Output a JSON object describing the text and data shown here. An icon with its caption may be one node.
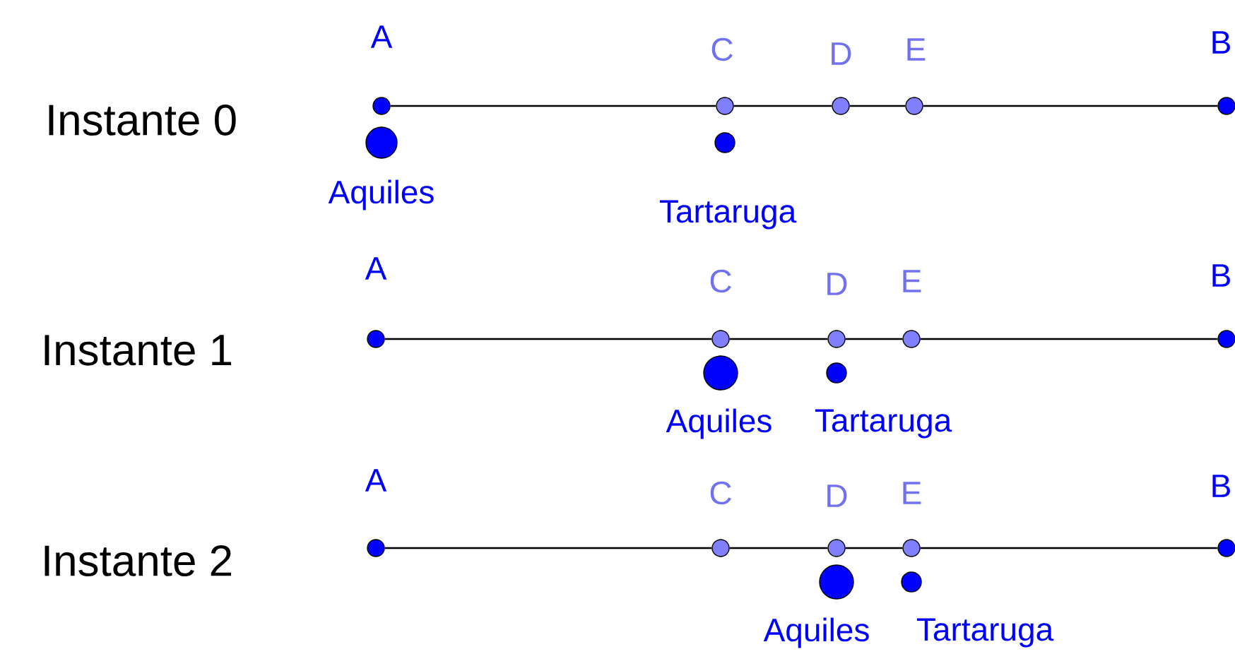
{
  "diagram": {
    "nodes": [
      {
        "text": [
          "A"
        ]
      },
      {
        "text": [
          "C"
        ]
      },
      {
        "text": [
          "D"
        ]
      },
      {
        "text": [
          "E"
        ]
      },
      {
        "text": [
          "B"
        ]
      },
      {
        "text": [
          "Aquiles"
        ]
      },
      {
        "text": [
          "Tartaruga"
        ]
      },
      {
        "text": [
          "A"
        ]
      },
      {
        "text": [
          "C"
        ]
      },
      {
        "text": [
          "D"
        ]
      },
      {
        "text": [
          "E"
        ]
      },
      {
        "text": [
          "B"
        ]
      },
      {
        "text": [
          "Aquiles"
        ]
      },
      {
        "text": [
          "Tartaruga"
        ]
      },
      {
        "text": [
          "A"
        ]
      },
      {
        "text": [
          "C"
        ]
      },
      {
        "text": [
          "D"
        ]
      },
      {
        "text": [
          "E"
        ]
      },
      {
        "text": [
          "B"
        ]
      },
      {
        "text": [
          "Aquiles"
        ]
      },
      {
        "text": [
          "Tartaruga"
        ]
      }
    ],
    "edges": [
      {
        "from": 0,
        "to": 1,
        "arrow": "none"
      },
      {
        "from": 1,
        "to": 2,
        "arrow": "none"
      },
      {
        "from": 2,
        "to": 3,
        "arrow": "none"
      },
      {
        "from": 3,
        "to": 4,
        "arrow": "none"
      },
      {
        "from": 7,
        "to": 8,
        "arrow": "none"
      },
      {
        "from": 8,
        "to": 9,
        "arrow": "none"
      },
      {
        "from": 9,
        "to": 10,
        "arrow": "none"
      },
      {
        "from": 10,
        "to": 11,
        "arrow": "none"
      },
      {
        "from": 14,
        "to": 15,
        "arrow": "none"
      },
      {
        "from": 15,
        "to": 16,
        "arrow": "none"
      },
      {
        "from": 16,
        "to": 17,
        "arrow": "none"
      },
      {
        "from": 17,
        "to": 18,
        "arrow": "none"
      }
    ],
    "labels": [
      "Instante 0",
      "Instante 1",
      "Instante 2"
    ]
  }
}
